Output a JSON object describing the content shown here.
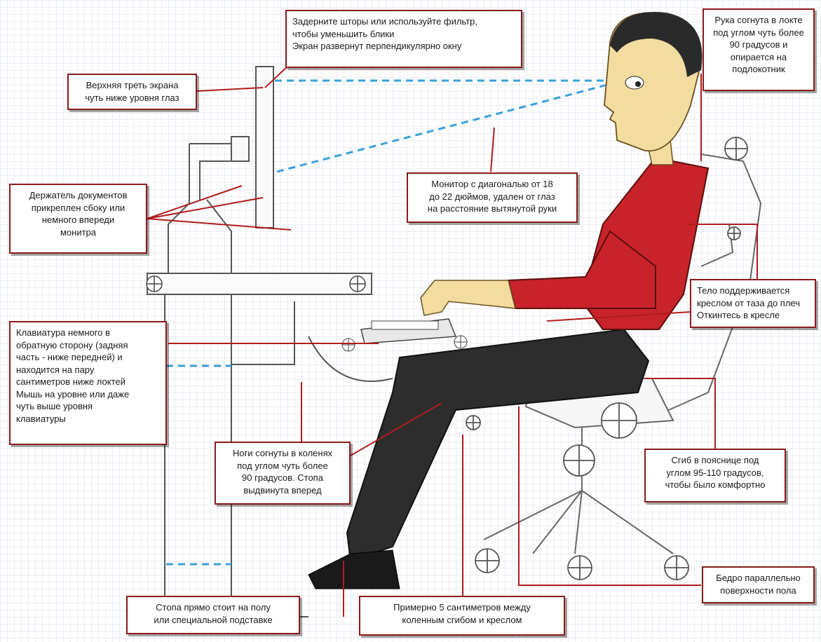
{
  "callouts": {
    "glare": "Задерните шторы или используйте фильтр,\nчтобы уменьшить блики\nЭкран развернут перпендикулярно окну",
    "elbow": "Рука согнута в локте\nпод углом чуть более\n90 градусов и\nопирается на\nподлокотник",
    "screen_top": "Верхняя треть экрана\nчуть ниже уровня глаз",
    "doc_holder": "Держатель документов\nприкреплен сбоку или\nнемного впереди\nмонитра",
    "monitor": "Монитор с диагональю от 18\nдо 22 дюймов, удален от глаз\nна расстояние вытянутой руки",
    "back_support": "Тело поддерживается\nкреслом от таза до плеч\nОткинтесь в кресле",
    "keyboard": "Клавиатура немного в\nобратную сторону (задняя\nчасть - ниже передней) и\nнаходится на пару\nсантиметров ниже локтей\nМышь на уровне или даже\nчуть выше уровня\nклавиатуры",
    "legs": "Ноги согнуты в коленях\nпод углом чуть более\n90 градусов. Стопа\nвыдвинута вперед",
    "lumbar": "Сгиб в пояснице под\nуглом 95-110 градусов,\nчтобы было комфортно",
    "thigh": "Бедро параллельно\nповерхности пола",
    "foot": "Стопа прямо стоит на полу\nили специальной подставке",
    "knee_gap": "Примерно 5 сантиметров между\nколенным сгибом и креслом"
  },
  "colors": {
    "callout_border": "#8b1a1a",
    "leader": "#b01c1c",
    "sightline": "#3aa0d8",
    "shirt": "#c8232a",
    "trousers": "#2d2d2d",
    "skin": "#f3dca0"
  }
}
